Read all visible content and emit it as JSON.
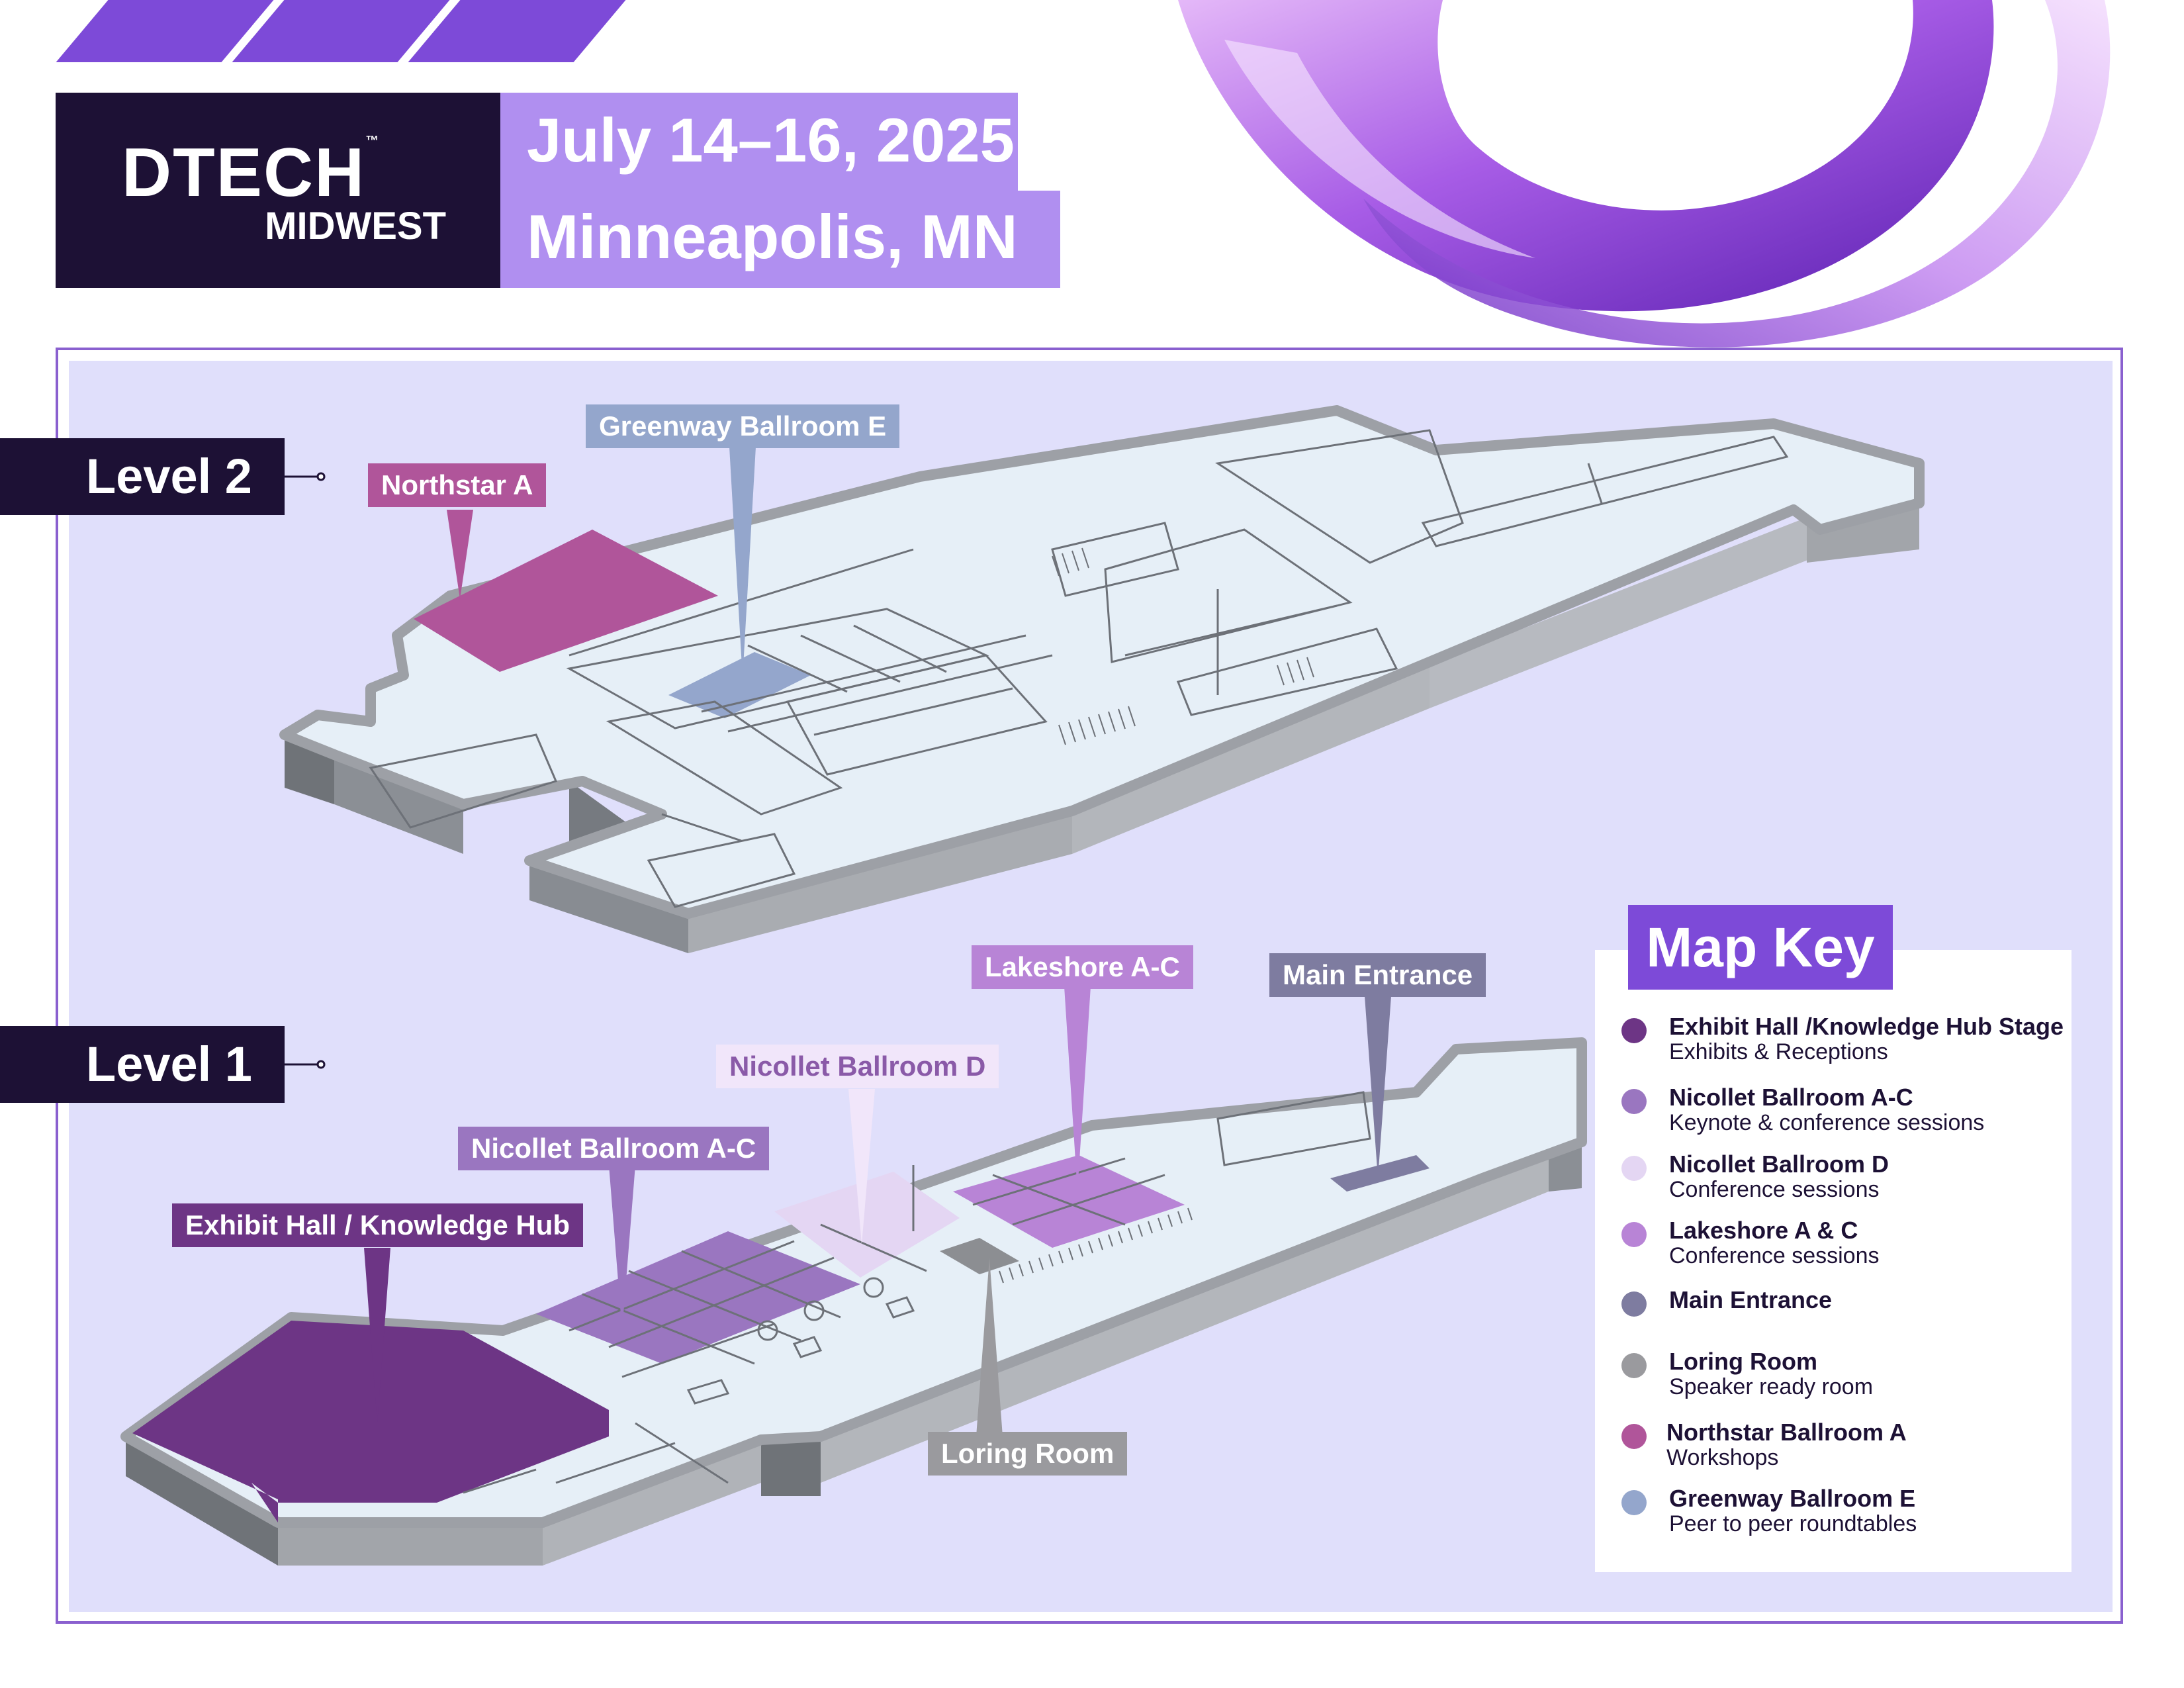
{
  "header": {
    "logo_main": "DTECH",
    "logo_tm": "™",
    "logo_sub": "MIDWEST",
    "date": "July 14–16, 2025",
    "location": "Minneapolis, MN"
  },
  "levels": {
    "level2": "Level 2",
    "level1": "Level 1"
  },
  "callouts": {
    "northstar": "Northstar A",
    "greenway": "Greenway Ballroom E",
    "lakeshore": "Lakeshore A-C",
    "main_entrance": "Main Entrance",
    "nicollet_d": "Nicollet Ballroom D",
    "nicollet_ac": "Nicollet Ballroom A-C",
    "exhibit_hall": "Exhibit Hall / Knowledge Hub",
    "loring": "Loring Room"
  },
  "map_key": {
    "title": "Map Key",
    "items": [
      {
        "title": "Exhibit Hall /Knowledge Hub Stage",
        "desc": "Exhibits & Receptions",
        "color": "#6d3585"
      },
      {
        "title": "Nicollet Ballroom A-C",
        "desc": "Keynote & conference sessions",
        "color": "#9a76c0"
      },
      {
        "title": "Nicollet Ballroom D",
        "desc": "Conference sessions",
        "color": "#e4d6f3"
      },
      {
        "title": "Lakeshore A & C",
        "desc": "Conference sessions",
        "color": "#b884d6"
      },
      {
        "title": "Main Entrance",
        "desc": "",
        "color": "#7e7ca0"
      },
      {
        "title": "Loring Room",
        "desc": "Speaker ready room",
        "color": "#9a9a9e"
      },
      {
        "title": "Northstar Ballroom A",
        "desc": "Workshops",
        "color": "#b0559a"
      },
      {
        "title": "Greenway Ballroom E",
        "desc": "Peer to peer roundtables",
        "color": "#94a6cc"
      }
    ]
  },
  "colors": {
    "brand_dark": "#1d1135",
    "brand_purple": "#7d4ad8",
    "header_lavender": "#b08ff0",
    "map_bg": "#e0dffb",
    "floor": "#e6eff7",
    "wall": "#9da0a6"
  }
}
